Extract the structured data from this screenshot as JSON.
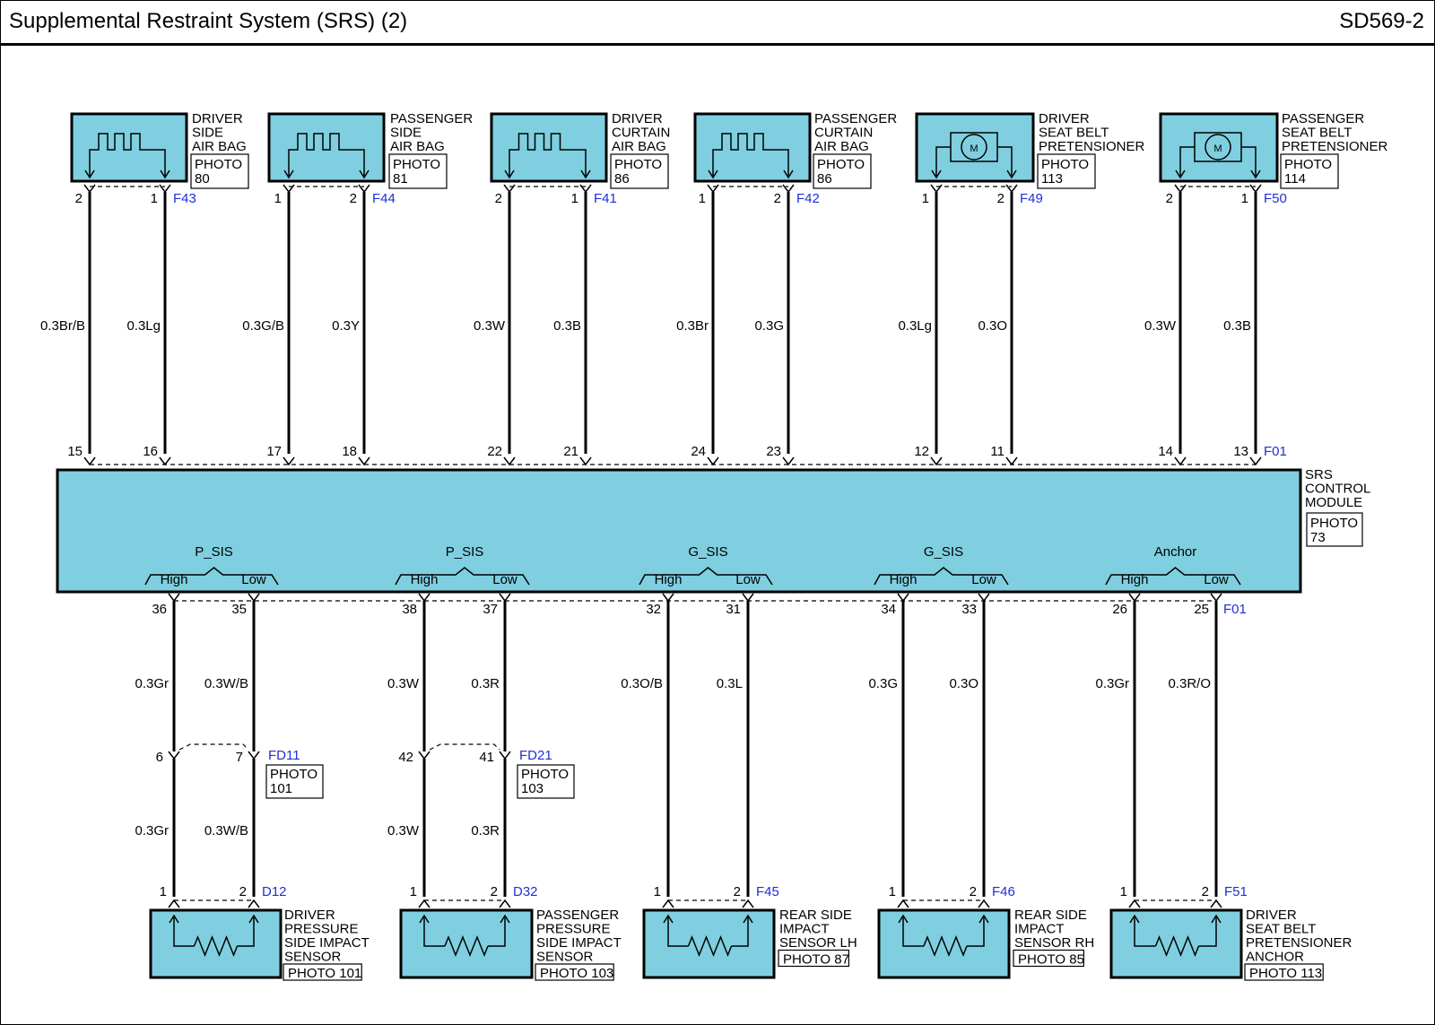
{
  "title": "Supplemental Restraint System (SRS) (2)",
  "code": "SD569-2",
  "module": {
    "name_lines": [
      "SRS",
      "CONTROL",
      "MODULE"
    ],
    "photo": [
      "PHOTO",
      "73"
    ],
    "top_connector": "F01",
    "bottom_connector": "F01"
  },
  "top_components": [
    {
      "id": "driver-side-airbag",
      "name": [
        "DRIVER",
        "SIDE",
        "AIR BAG"
      ],
      "photo": [
        "PHOTO",
        "80"
      ],
      "connector": "F43",
      "type": "airbag",
      "pins": [
        {
          "pin": "2",
          "wire": "0.3Br/B",
          "module_pin": "15",
          "sig": "Low"
        },
        {
          "pin": "1",
          "wire": "0.3Lg",
          "module_pin": "16",
          "sig": "High"
        }
      ]
    },
    {
      "id": "passenger-side-airbag",
      "name": [
        "PASSENGER",
        "SIDE",
        "AIR BAG"
      ],
      "photo": [
        "PHOTO",
        "81"
      ],
      "connector": "F44",
      "type": "airbag",
      "pins": [
        {
          "pin": "1",
          "wire": "0.3G/B",
          "module_pin": "17",
          "sig": "High"
        },
        {
          "pin": "2",
          "wire": "0.3Y",
          "module_pin": "18",
          "sig": "Low"
        }
      ]
    },
    {
      "id": "driver-curtain-airbag",
      "name": [
        "DRIVER",
        "CURTAIN",
        "AIR BAG"
      ],
      "photo": [
        "PHOTO",
        "86"
      ],
      "connector": "F41",
      "type": "airbag",
      "pins": [
        {
          "pin": "2",
          "wire": "0.3W",
          "module_pin": "22",
          "sig": "High"
        },
        {
          "pin": "1",
          "wire": "0.3B",
          "module_pin": "21",
          "sig": "Low"
        }
      ]
    },
    {
      "id": "passenger-curtain-airbag",
      "name": [
        "PASSENGER",
        "CURTAIN",
        "AIR BAG"
      ],
      "photo": [
        "PHOTO",
        "86"
      ],
      "connector": "F42",
      "type": "airbag",
      "pins": [
        {
          "pin": "1",
          "wire": "0.3Br",
          "module_pin": "24",
          "sig": "Low"
        },
        {
          "pin": "2",
          "wire": "0.3G",
          "module_pin": "23",
          "sig": "High"
        }
      ]
    },
    {
      "id": "driver-seatbelt-pretensioner",
      "name": [
        "DRIVER",
        "SEAT BELT",
        "PRETENSIONER"
      ],
      "photo": [
        "PHOTO",
        "113"
      ],
      "connector": "F49",
      "type": "motor",
      "motor_label": "M",
      "pins": [
        {
          "pin": "1",
          "wire": "0.3Lg",
          "module_pin": "12",
          "sig": "High"
        },
        {
          "pin": "2",
          "wire": "0.3O",
          "module_pin": "11",
          "sig": "Low"
        }
      ]
    },
    {
      "id": "passenger-seatbelt-pretensioner",
      "name": [
        "PASSENGER",
        "SEAT BELT",
        "PRETENSIONER"
      ],
      "photo": [
        "PHOTO",
        "114"
      ],
      "connector": "F50",
      "type": "motor",
      "motor_label": "M",
      "pins": [
        {
          "pin": "2",
          "wire": "0.3W",
          "module_pin": "14",
          "sig": "Low"
        },
        {
          "pin": "1",
          "wire": "0.3B",
          "module_pin": "13",
          "sig": "High"
        }
      ]
    }
  ],
  "groups": [
    {
      "label": "P_SIS",
      "sigs": [
        "High",
        "Low"
      ],
      "module_pins": [
        "36",
        "35"
      ],
      "wires": [
        "0.3Gr",
        "0.3W/B"
      ],
      "joint": {
        "connector": "FD11",
        "pins": [
          "6",
          "7"
        ],
        "photo": [
          "PHOTO",
          "101"
        ]
      },
      "wires2": [
        "0.3Gr",
        "0.3W/B"
      ],
      "sensor": {
        "name": [
          "DRIVER",
          "PRESSURE",
          "SIDE IMPACT",
          "SENSOR"
        ],
        "photo": "PHOTO 101",
        "connector": "D12",
        "pins": [
          "1",
          "2"
        ]
      }
    },
    {
      "label": "P_SIS",
      "sigs": [
        "High",
        "Low"
      ],
      "module_pins": [
        "38",
        "37"
      ],
      "wires": [
        "0.3W",
        "0.3R"
      ],
      "joint": {
        "connector": "FD21",
        "pins": [
          "42",
          "41"
        ],
        "photo": [
          "PHOTO",
          "103"
        ]
      },
      "wires2": [
        "0.3W",
        "0.3R"
      ],
      "sensor": {
        "name": [
          "PASSENGER",
          "PRESSURE",
          "SIDE IMPACT",
          "SENSOR"
        ],
        "photo": "PHOTO 103",
        "connector": "D32",
        "pins": [
          "1",
          "2"
        ]
      }
    },
    {
      "label": "G_SIS",
      "sigs": [
        "High",
        "Low"
      ],
      "module_pins": [
        "32",
        "31"
      ],
      "wires": [
        "0.3O/B",
        "0.3L"
      ],
      "sensor": {
        "name": [
          "REAR SIDE",
          "IMPACT",
          "SENSOR LH"
        ],
        "photo": "PHOTO 87",
        "connector": "F45",
        "pins": [
          "1",
          "2"
        ]
      }
    },
    {
      "label": "G_SIS",
      "sigs": [
        "High",
        "Low"
      ],
      "module_pins": [
        "34",
        "33"
      ],
      "wires": [
        "0.3G",
        "0.3O"
      ],
      "sensor": {
        "name": [
          "REAR SIDE",
          "IMPACT",
          "SENSOR RH"
        ],
        "photo": "PHOTO 85",
        "connector": "F46",
        "pins": [
          "1",
          "2"
        ]
      }
    },
    {
      "label": "Anchor",
      "sigs": [
        "High",
        "Low"
      ],
      "module_pins": [
        "26",
        "25"
      ],
      "wires": [
        "0.3Gr",
        "0.3R/O"
      ],
      "sensor": {
        "name": [
          "DRIVER",
          "SEAT BELT",
          "PRETENSIONER",
          "ANCHOR"
        ],
        "photo": "PHOTO 113",
        "connector": "F51",
        "pins": [
          "1",
          "2"
        ]
      }
    }
  ]
}
